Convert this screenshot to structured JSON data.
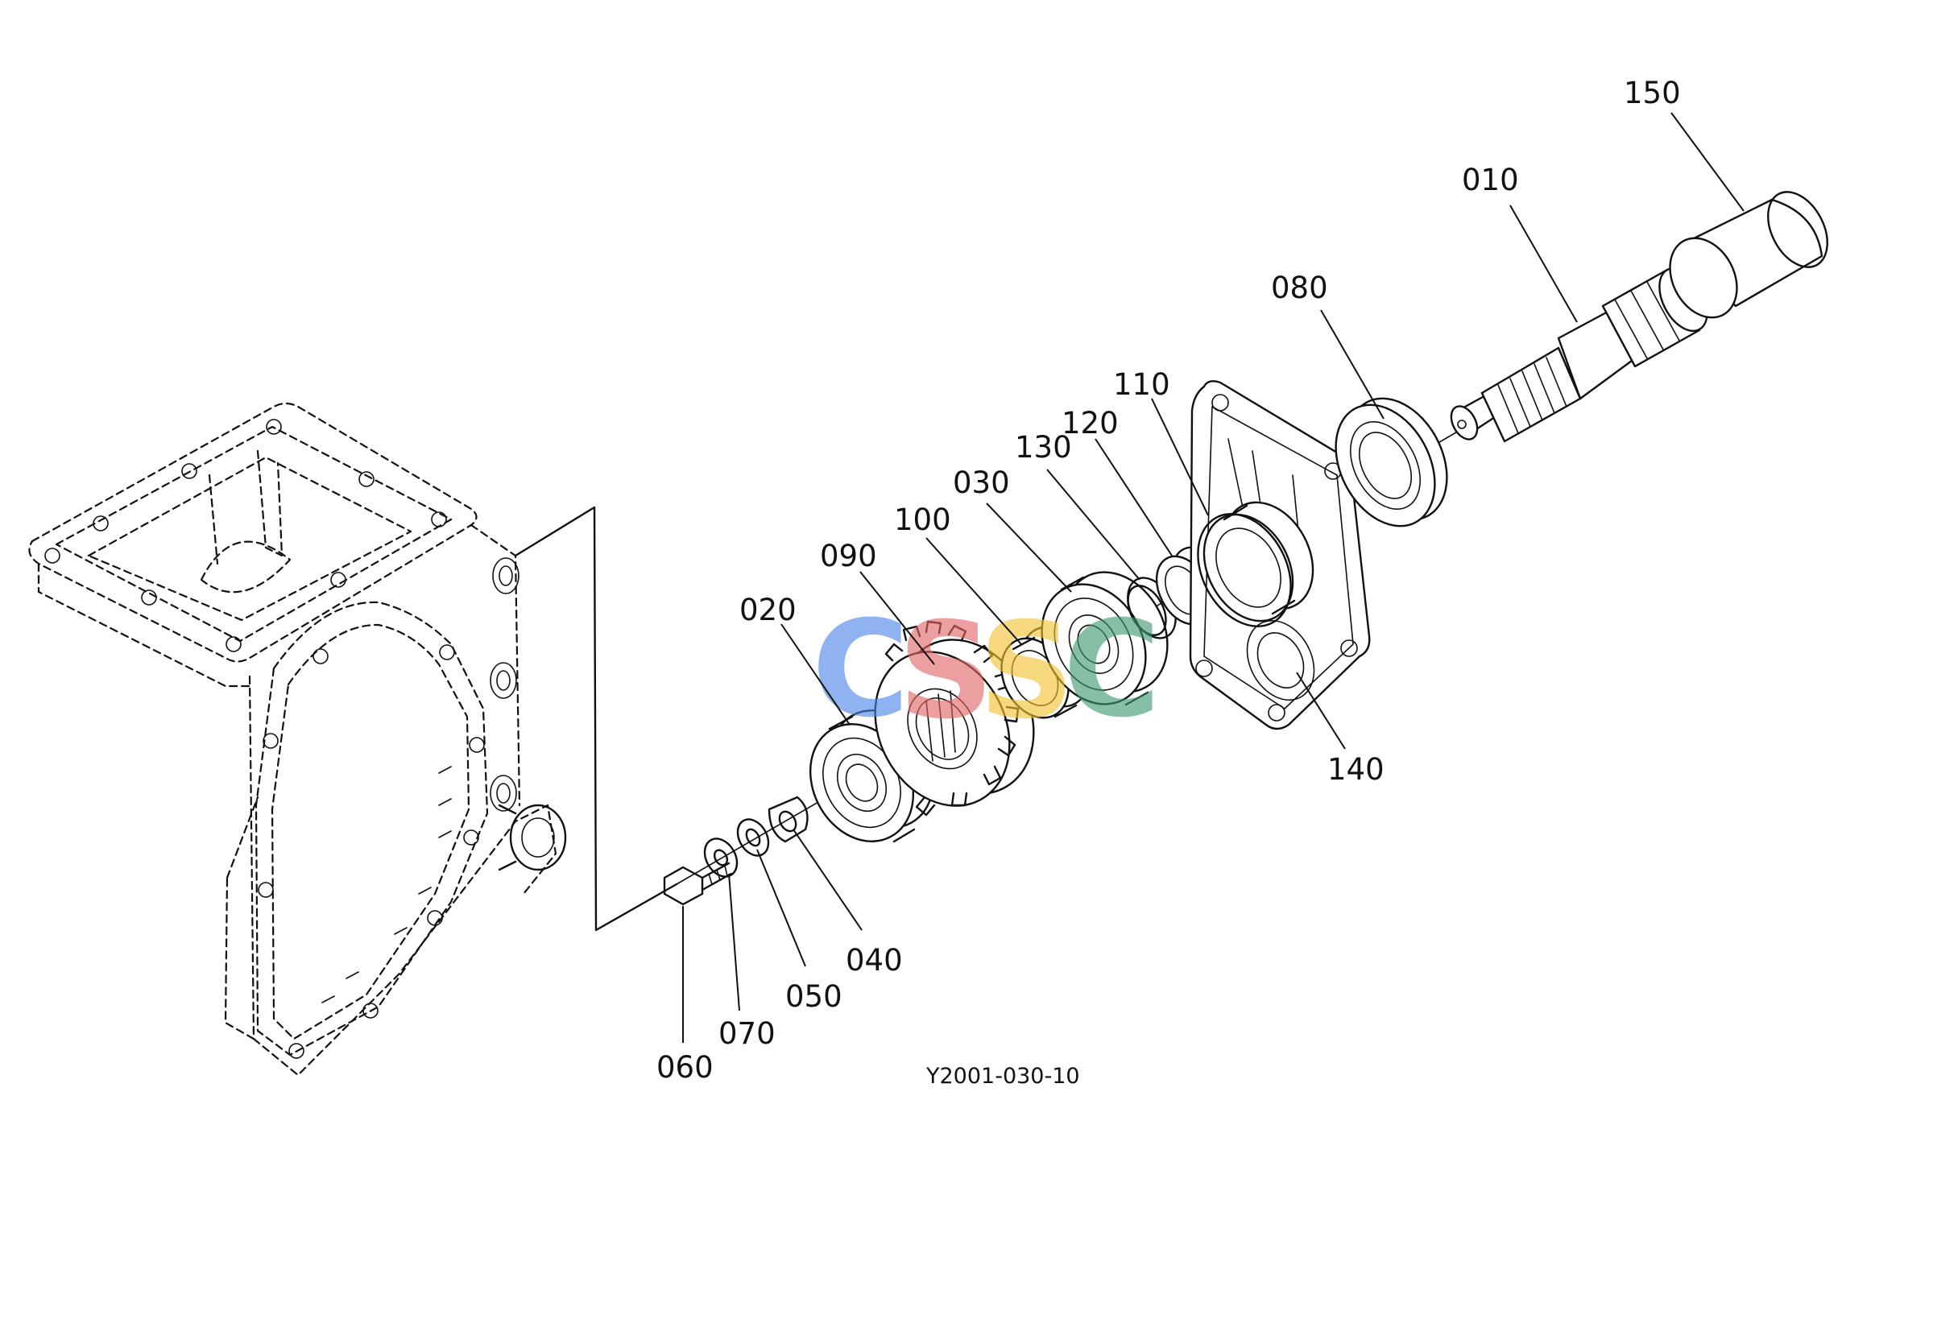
{
  "diagram": {
    "reference_code": "Y2001-030-10",
    "callouts": [
      {
        "id": "150",
        "label": "150",
        "target_part": "sleeve-bushing"
      },
      {
        "id": "010",
        "label": "010",
        "target_part": "pto-shaft"
      },
      {
        "id": "080",
        "label": "080",
        "target_part": "oil-seal"
      },
      {
        "id": "110",
        "label": "110",
        "target_part": "o-ring"
      },
      {
        "id": "120",
        "label": "120",
        "target_part": "collar"
      },
      {
        "id": "130",
        "label": "130",
        "target_part": "internal-circlip"
      },
      {
        "id": "030",
        "label": "030",
        "target_part": "ball-bearing-rear"
      },
      {
        "id": "100",
        "label": "100",
        "target_part": "spacer-collar"
      },
      {
        "id": "090",
        "label": "090",
        "target_part": "spur-gear"
      },
      {
        "id": "020",
        "label": "020",
        "target_part": "ball-bearing-front"
      },
      {
        "id": "140",
        "label": "140",
        "target_part": "bearing-case-cover"
      },
      {
        "id": "040",
        "label": "040",
        "target_part": "lock-washer"
      },
      {
        "id": "050",
        "label": "050",
        "target_part": "spring-washer"
      },
      {
        "id": "070",
        "label": "070",
        "target_part": "plain-washer"
      },
      {
        "id": "060",
        "label": "060",
        "target_part": "bolt"
      }
    ]
  },
  "watermark": {
    "letters": [
      {
        "char": "C",
        "color": "#4a86e8"
      },
      {
        "char": "S",
        "color": "#e06666"
      },
      {
        "char": "S",
        "color": "#f1c232"
      },
      {
        "char": "C",
        "color": "#3d9970"
      }
    ]
  }
}
